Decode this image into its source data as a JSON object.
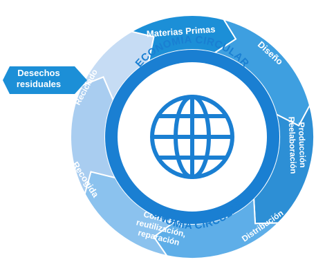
{
  "diagram": {
    "center_title_top": "ECONOMÍA CIRCULAR",
    "center_title_bottom": "ECONOMÍA CIRCULAR",
    "center_icon": "globe-icon",
    "side_tag": {
      "line1": "Desechos",
      "line2": "residuales"
    },
    "stages": [
      {
        "id": "materias-primas",
        "lines": [
          "Materias Primas"
        ],
        "color": "#1c8fd7"
      },
      {
        "id": "diseno",
        "lines": [
          "Diseño"
        ],
        "color": "#3e9fe0"
      },
      {
        "id": "produccion",
        "lines": [
          "Producción",
          "Reelaboración"
        ],
        "color": "#2d8fd5"
      },
      {
        "id": "distribucion",
        "lines": [
          "Distribución"
        ],
        "color": "#5eaee8"
      },
      {
        "id": "consumo",
        "lines": [
          "Consumo,",
          "reutilización,",
          "reparación"
        ],
        "color": "#8bc2ee"
      },
      {
        "id": "recogida",
        "lines": [
          "Recogida"
        ],
        "color": "#a9cdf0"
      },
      {
        "id": "reciclado",
        "lines": [
          "Reciclado"
        ],
        "color": "#c6dcf4"
      }
    ],
    "colors": {
      "inner_ring": "#1a7fd2",
      "core": "#ffffff",
      "title": "#1a7fd2",
      "tag_bg": "#1c8fd7",
      "label_text": "#ffffff"
    }
  }
}
